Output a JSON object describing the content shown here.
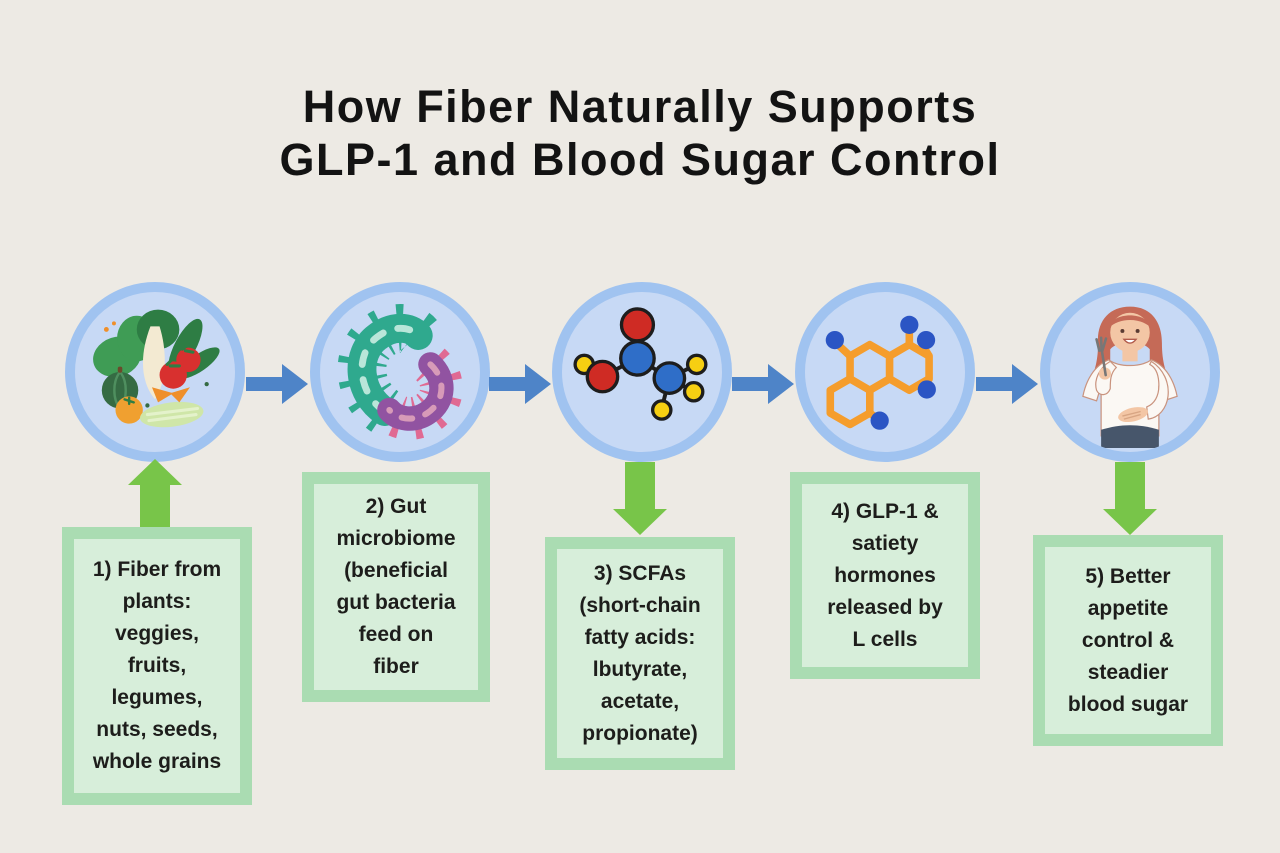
{
  "title": "How Fiber Naturally Supports\nGLP-1 and Blood Sugar Control",
  "palette": {
    "background": "#EDEAE4",
    "circle_fill": "#C7D9F5",
    "circle_border": "#A0C3F0",
    "flow_arrow_blue": "#4E84C8",
    "step_arrow_green": "#78C549",
    "box_border": "#AADCB2",
    "box_fill": "#D7EEDA",
    "text": "#1D1D1B"
  },
  "flow": {
    "orientation": "left-to-right",
    "connector_between_circles": "blue-right-arrow",
    "step_connectors": [
      "green-up-arrow",
      "adjacent",
      "green-down-arrow",
      "adjacent",
      "green-down-arrow"
    ]
  },
  "steps": [
    {
      "number": "1",
      "icon": "vegetables-icon",
      "label": "1) Fiber from\nplants:\nveggies,\nfruits,\nlegumes,\nnuts, seeds,\nwhole grains"
    },
    {
      "number": "2",
      "icon": "gut-bacteria-icon",
      "label": "2) Gut\nmicrobiome\n(beneficial\ngut bacteria\nfeed on\nfiber"
    },
    {
      "number": "3",
      "icon": "scfa-molecule-icon",
      "label": "3) SCFAs\n(short-chain\nfatty acids:\nlbutyrate,\nacetate,\npropionate)"
    },
    {
      "number": "4",
      "icon": "glp1-hormone-molecule-icon",
      "label": "4) GLP-1 &\nsatiety\nhormones\nreleased by\nL cells"
    },
    {
      "number": "5",
      "icon": "person-eating-icon",
      "label": "5) Better\nappetite\ncontrol &\nsteadier\nblood sugar"
    }
  ]
}
